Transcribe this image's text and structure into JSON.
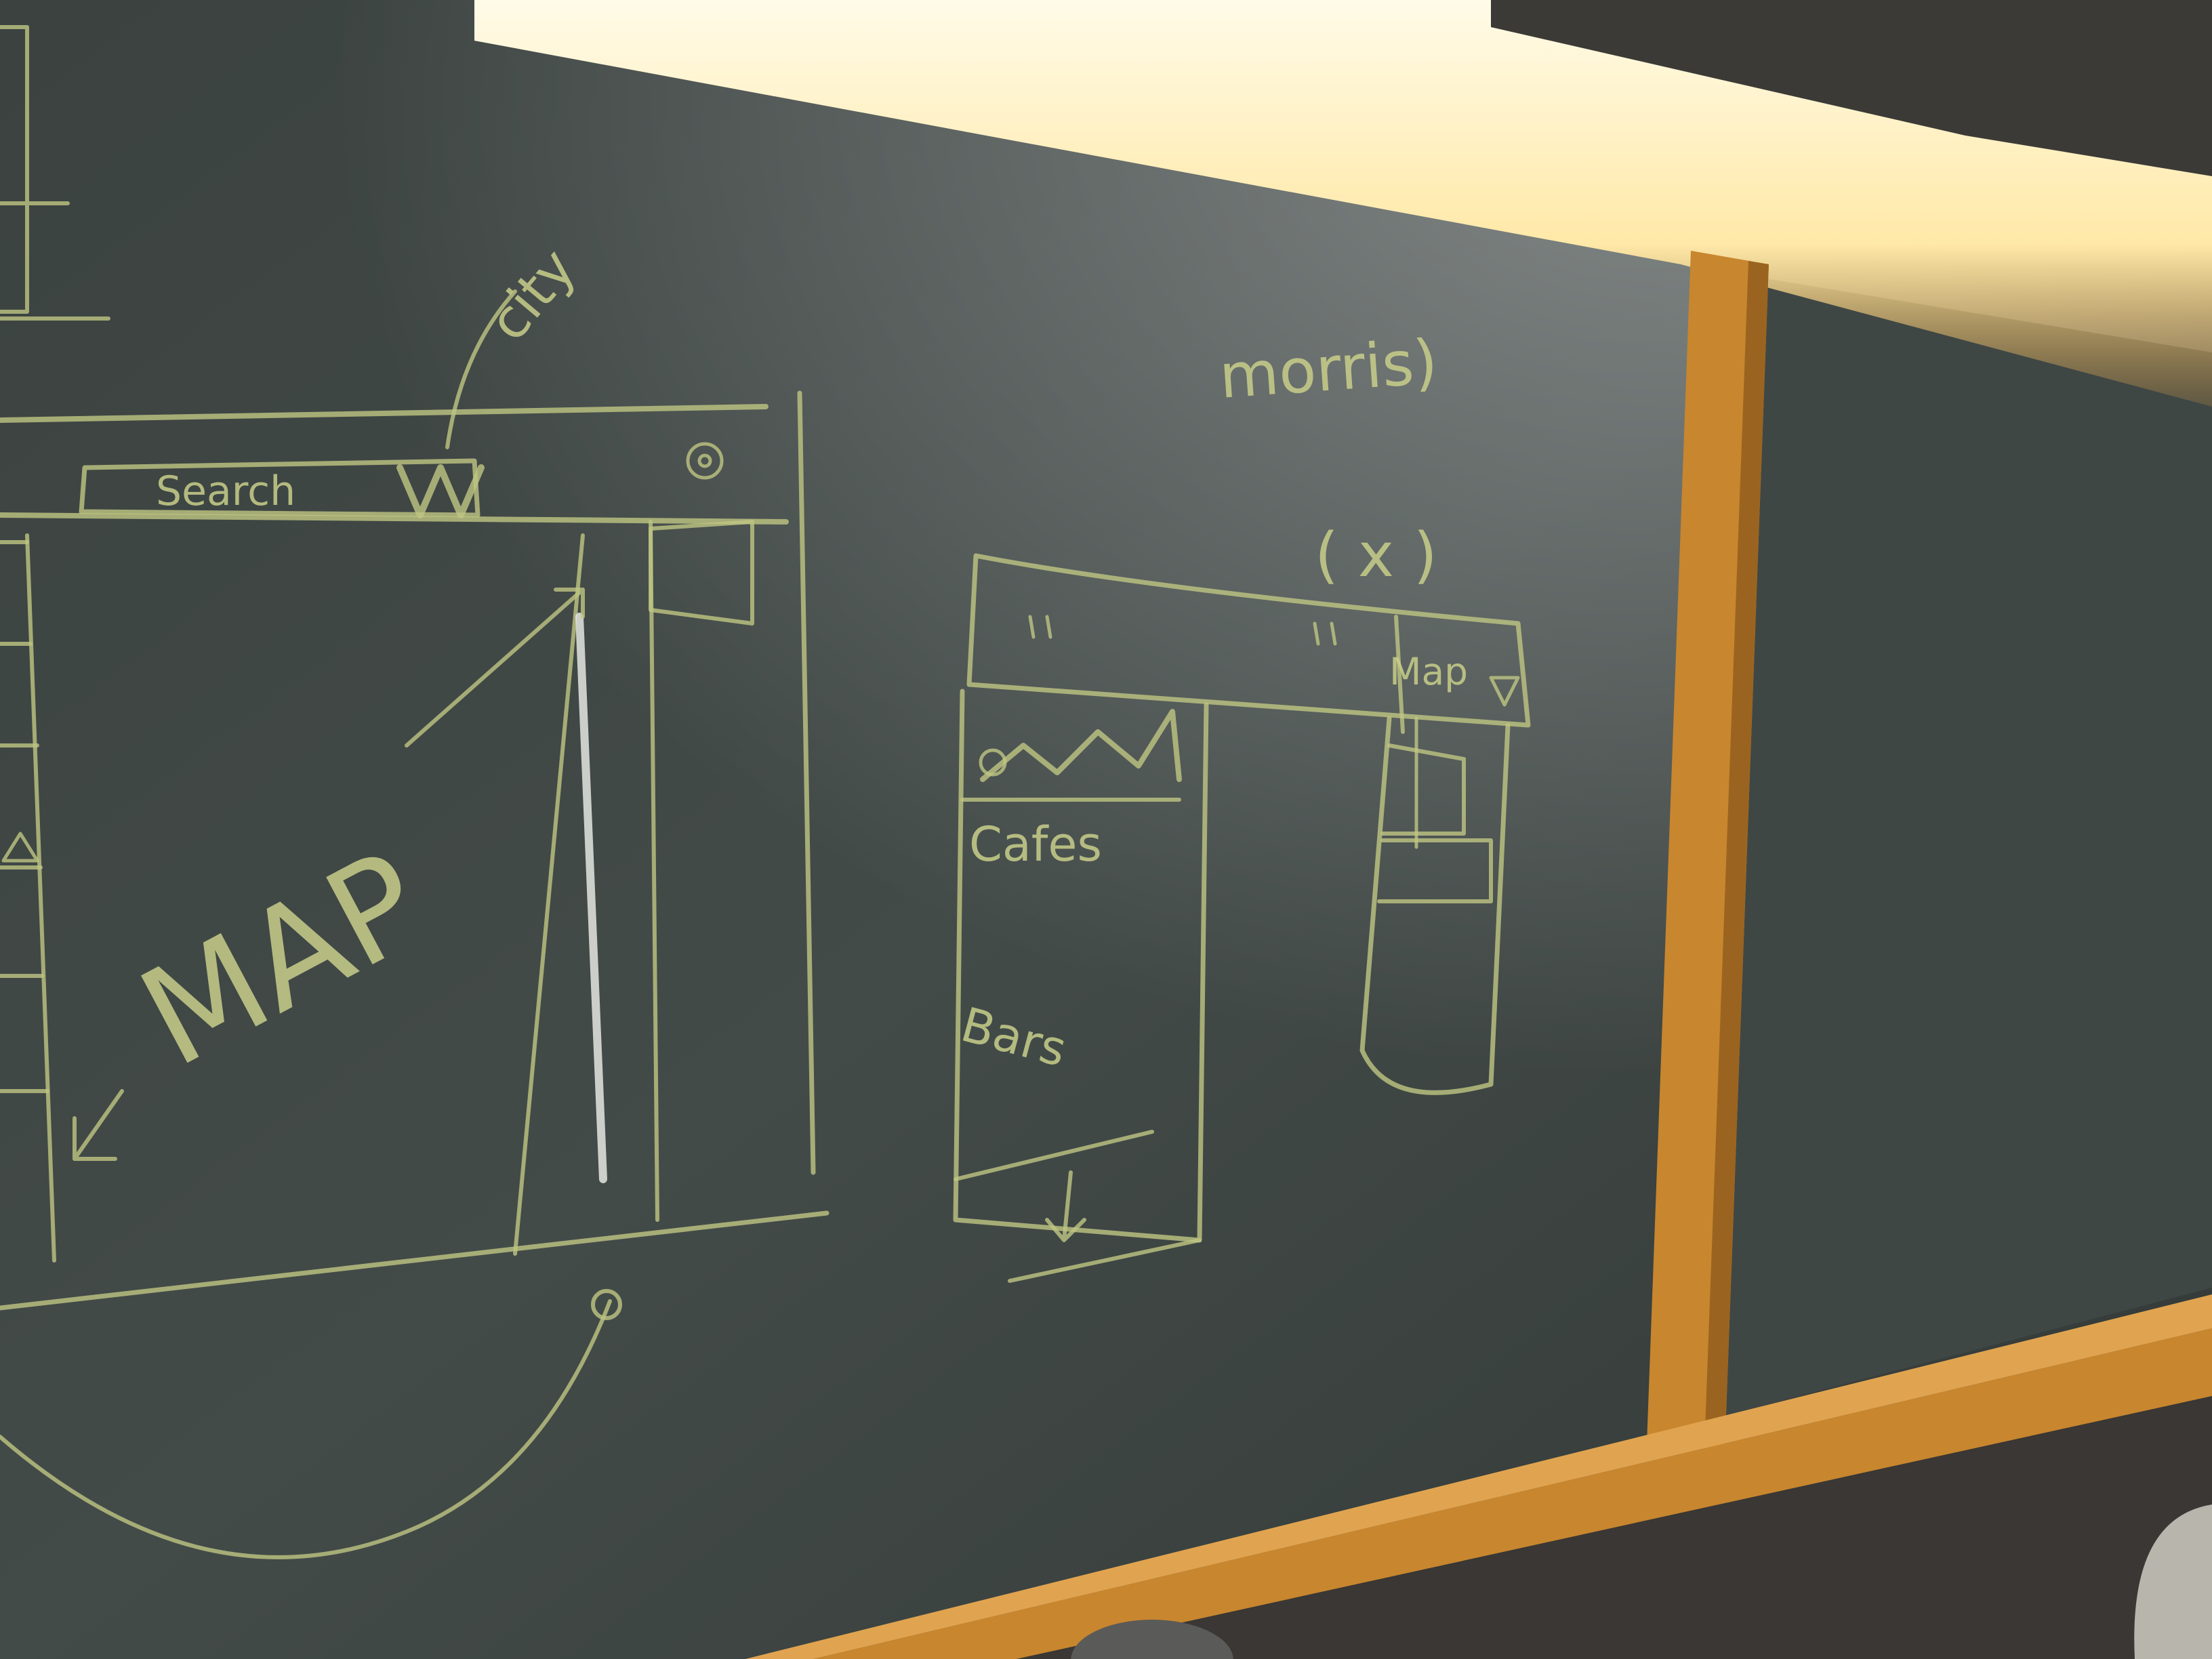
{
  "sketch_text": {
    "label_city": "city",
    "label_search": "Search",
    "label_morris": "morris)",
    "label_close": "( x )",
    "label_map_big": "MAP",
    "label_map_small": "Map",
    "label_cafes": "Cafes",
    "label_bars": "Bars"
  },
  "colors": {
    "chalkboard": "#3e4543",
    "chalk": "#c9cf8a",
    "wood_frame": "#c8862e",
    "wall_light": "#fff6d8"
  }
}
